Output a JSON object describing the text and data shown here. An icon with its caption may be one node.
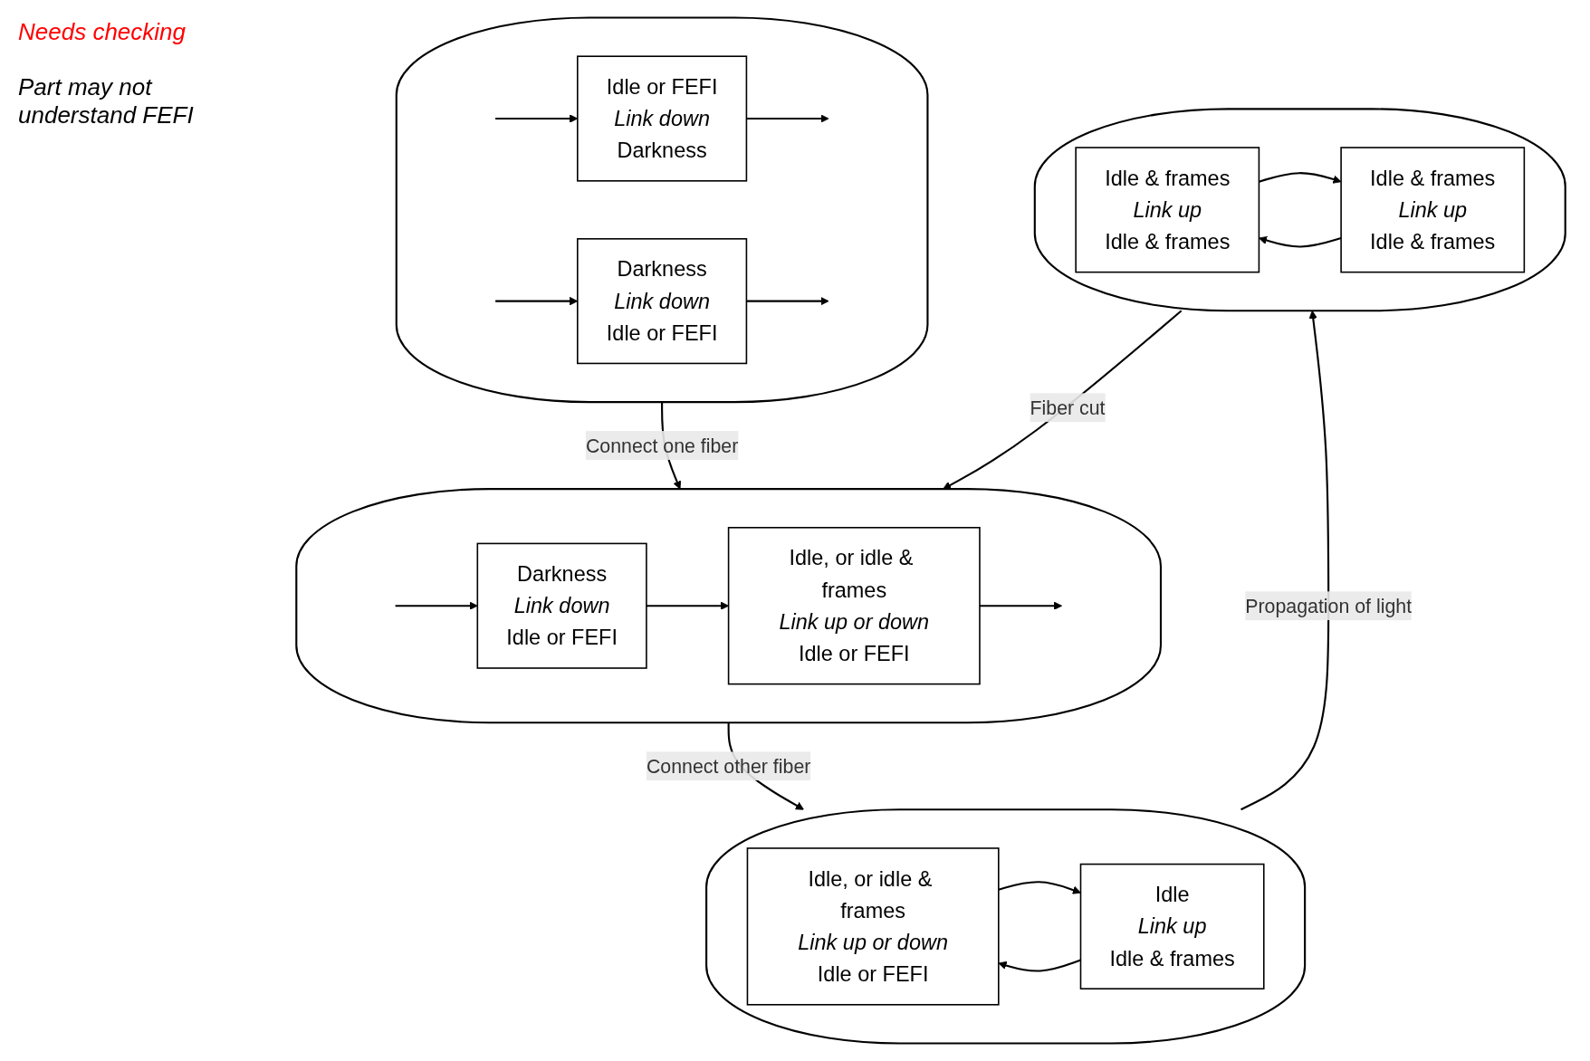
{
  "diagram": {
    "nodes": [
      {
        "text": [],
        "shape": "ellipse"
      },
      {
        "text": [
          "Idle or FEFI",
          "Link down",
          "Darkness"
        ],
        "in": 0
      },
      {
        "text": [
          "Darkness",
          "Link down",
          "Idle or FEFI"
        ],
        "in": 0
      },
      {
        "text": [],
        "shape": "ellipse"
      },
      {
        "text": [
          "Idle, or idle & frames",
          "Link up or down",
          "Idle or FEFI"
        ],
        "in": 3
      },
      {
        "text": [
          "Darkness",
          "Link down",
          "Idle or FEFI"
        ],
        "in": 3
      },
      {
        "text": [],
        "shape": "ellipse"
      },
      {
        "text": [
          "Idle, or idle & frames",
          "Link up or down",
          "Idle or FEFI"
        ],
        "in": 6
      },
      {
        "text": [
          "Idle",
          "Link up",
          "Idle & frames"
        ],
        "in": 6
      },
      {
        "text": [],
        "shape": "ellipse"
      },
      {
        "text": [
          "Idle & frames",
          "Link up",
          "Idle & frames"
        ],
        "in": 9
      },
      {
        "text": [
          "Idle & frames",
          "Link up",
          "Idle & frames"
        ],
        "in": 9
      }
    ],
    "edges": [
      {
        "from": 1,
        "to": null,
        "arrow": "to"
      },
      {
        "from": null,
        "to": 2,
        "arrow": "to"
      },
      {
        "from": 2,
        "to": null,
        "arrow": "to"
      },
      {
        "from": null,
        "to": 1,
        "arrow": "to"
      },
      {
        "from": 4,
        "to": null,
        "arrow": "to"
      },
      {
        "from": null,
        "to": 5,
        "arrow": "to"
      },
      {
        "from": 5,
        "to": 4,
        "arrow": "to"
      },
      {
        "from": 7,
        "to": 8,
        "arrow": "to"
      },
      {
        "from": 8,
        "to": 7,
        "arrow": "to"
      },
      {
        "from": 10,
        "to": 11,
        "arrow": "to"
      },
      {
        "from": 11,
        "to": 10,
        "arrow": "to"
      },
      {
        "from": 0,
        "to": 3,
        "arrow": "to",
        "label": "Connect one fiber"
      },
      {
        "from": 3,
        "to": 6,
        "arrow": "to",
        "label": "Connect other fiber"
      },
      {
        "from": 6,
        "to": 9,
        "arrow": "to",
        "label": "Propagation of light"
      },
      {
        "from": 9,
        "to": 3,
        "arrow": "to",
        "label": "Fiber cut"
      }
    ],
    "labels": [
      "Needs checking",
      "Part may not understand FEFI"
    ]
  }
}
